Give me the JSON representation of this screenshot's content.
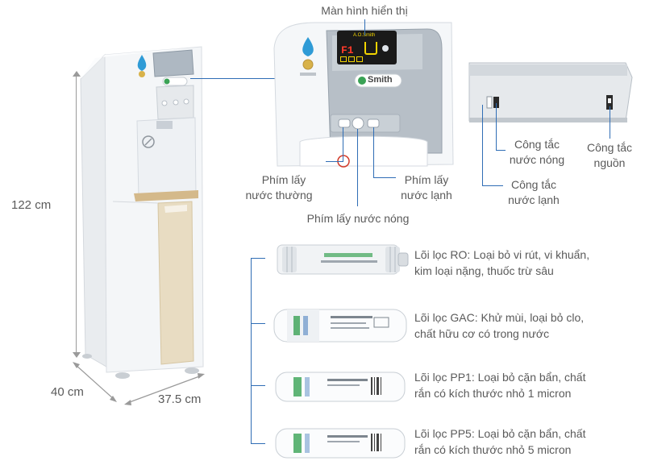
{
  "dimensions": {
    "height": "122 cm",
    "depth": "40 cm",
    "width": "37.5 cm"
  },
  "brand": "Smith",
  "display_labels": {
    "brand_small": "A.O.Smith",
    "digits": "F1"
  },
  "callouts": {
    "display": "Màn hình hiển thị",
    "cold_water_key_left": [
      "Phím lấy",
      "nước thường"
    ],
    "cold_water_key_right": [
      "Phím lấy",
      "nước lạnh"
    ],
    "hot_water_key": "Phím lấy nước nóng",
    "hot_switch": [
      "Công tắc",
      "nước nóng"
    ],
    "power_switch": [
      "Công tắc",
      "nguồn"
    ],
    "cold_switch": [
      "Công tắc",
      "nước lạnh"
    ]
  },
  "filters": [
    {
      "line1": "Lõi lọc RO: Loại bỏ vi rút, vi khuẩn,",
      "line2": "kim loại nặng, thuốc trừ sâu"
    },
    {
      "line1": "Lõi lọc GAC: Khử mùi, loại bỏ clo,",
      "line2": "chất hữu cơ có trong nước"
    },
    {
      "line1": "Lõi lọc PP1: Loại bỏ cặn bẩn, chất",
      "line2": "rắn có kích thước nhỏ 1 micron"
    },
    {
      "line1": "Lõi lọc PP5: Loại bỏ cặn bẩn, chất",
      "line2": "rắn có kích thước nhỏ 5 micron"
    }
  ],
  "colors": {
    "callout_line": "#2f6db5",
    "dimension_line": "#9a9a9a",
    "gold_panel": "#e8dcc2",
    "display_bg": "#1a1a1a",
    "display_red": "#ff3a2a",
    "display_yellow": "#f2d400"
  }
}
